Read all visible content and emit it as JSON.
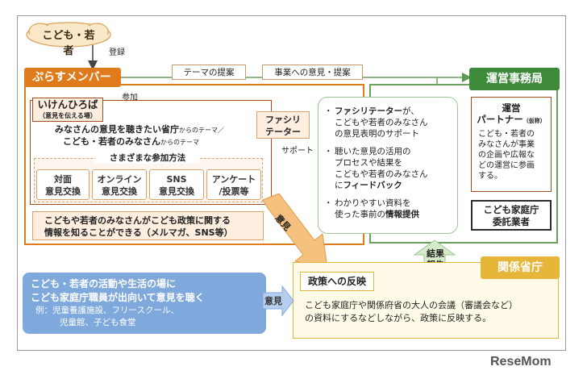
{
  "cloud": {
    "label": "こども・若者"
  },
  "register_label": "登録",
  "plus_member": {
    "title": "ぷらすメンバー"
  },
  "join_label": "参加",
  "top_arrows": {
    "theme": "テーマの提案",
    "opinion": "事業への意見・提案"
  },
  "ikenhiroba": {
    "title": "いけんひろば",
    "sub": "（意見を伝える場）"
  },
  "ministry_line": {
    "a": "みなさんの意見を聴きたい省庁",
    "a_small": "からのテーマ／",
    "b": "こども・若者のみなさん",
    "b_small": "からのテーマ"
  },
  "methods": {
    "title": "さまざまな参加方法",
    "items": [
      {
        "l1": "対面",
        "l2": "意見交換"
      },
      {
        "l1": "オンライン",
        "l2": "意見交換"
      },
      {
        "l1": "SNS",
        "l2": "意見交換"
      },
      {
        "l1": "アンケート",
        "l2": "/投票等"
      }
    ]
  },
  "facilitator": {
    "l1": "ファシリ",
    "l2": "テーター"
  },
  "support_label": "サポート",
  "info_box": {
    "l1": "こどもや若者のみなさんがこども政策に関する",
    "l2": "情報を知ることができる（メルマガ、SNS等）"
  },
  "opinion_arrow": "意見",
  "bullets": [
    {
      "a": "ファシリテーター",
      "b": "が、",
      "c": "こどもや若者のみなさん",
      "d": "の意見表明のサポート"
    },
    {
      "a": "聴いた意見の活用の",
      "b": "プロセスや結果を",
      "c": "こどもや若者のみなさん",
      "d": "に",
      "e": "フィードバック"
    },
    {
      "a": "わかりやすい資料を",
      "b": "使った事前の",
      "c": "情報提供"
    }
  ],
  "jimukyoku": {
    "title": "運営事務局"
  },
  "partner": {
    "title1": "運営",
    "title2": "パートナー",
    "tag": "（仮称）",
    "l1": "こども・若者の",
    "l2": "みなさんが事業",
    "l3": "の企画や広報な",
    "l4": "どの運営に参画",
    "l5": "する。"
  },
  "contractor": {
    "l1": "こども家庭庁",
    "l2": "委託業者"
  },
  "result_arrow": {
    "l1": "結果",
    "l2": "報告"
  },
  "kankei": {
    "title": "関係省庁"
  },
  "policy": {
    "title": "政策への反映",
    "l1": "こども家庭庁や関係府省の大人の会議（審議会など）",
    "l2": "の資料にするなどしながら、政策に反映する。"
  },
  "blue_box": {
    "l1": "こども・若者の活動や生活の場に",
    "l2": "こども家庭庁職員が出向いて意見を聴く",
    "l3": "例：児童養護施設、フリースクール、",
    "l4": "児童館、子ども食堂"
  },
  "blue_arrow": "意見",
  "watermark": {
    "brand": "ReseMom"
  },
  "colors": {
    "orange": "#e07b1c",
    "green": "#3d8a3a",
    "gold": "#e6b63a",
    "blue": "#7fa9dc",
    "dark_orange": "#a64b1c"
  }
}
